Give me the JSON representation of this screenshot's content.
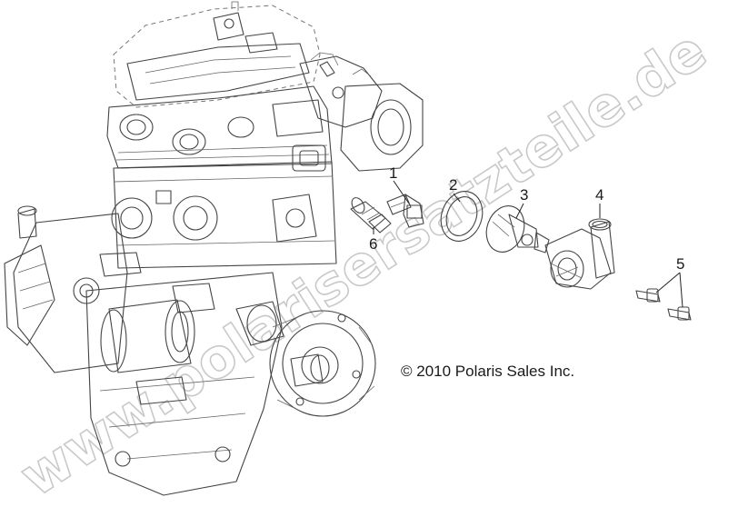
{
  "callouts": [
    {
      "id": "1",
      "label": "1"
    },
    {
      "id": "2",
      "label": "2"
    },
    {
      "id": "3",
      "label": "3"
    },
    {
      "id": "4",
      "label": "4"
    },
    {
      "id": "5",
      "label": "5"
    },
    {
      "id": "6",
      "label": "6"
    }
  ],
  "copyright": "© 2010 Polaris Sales Inc.",
  "watermark": "www.polarisersatzteile.de",
  "colors": {
    "line_art": "#444444",
    "watermark": "#c9c9c9",
    "background": "#ffffff"
  }
}
